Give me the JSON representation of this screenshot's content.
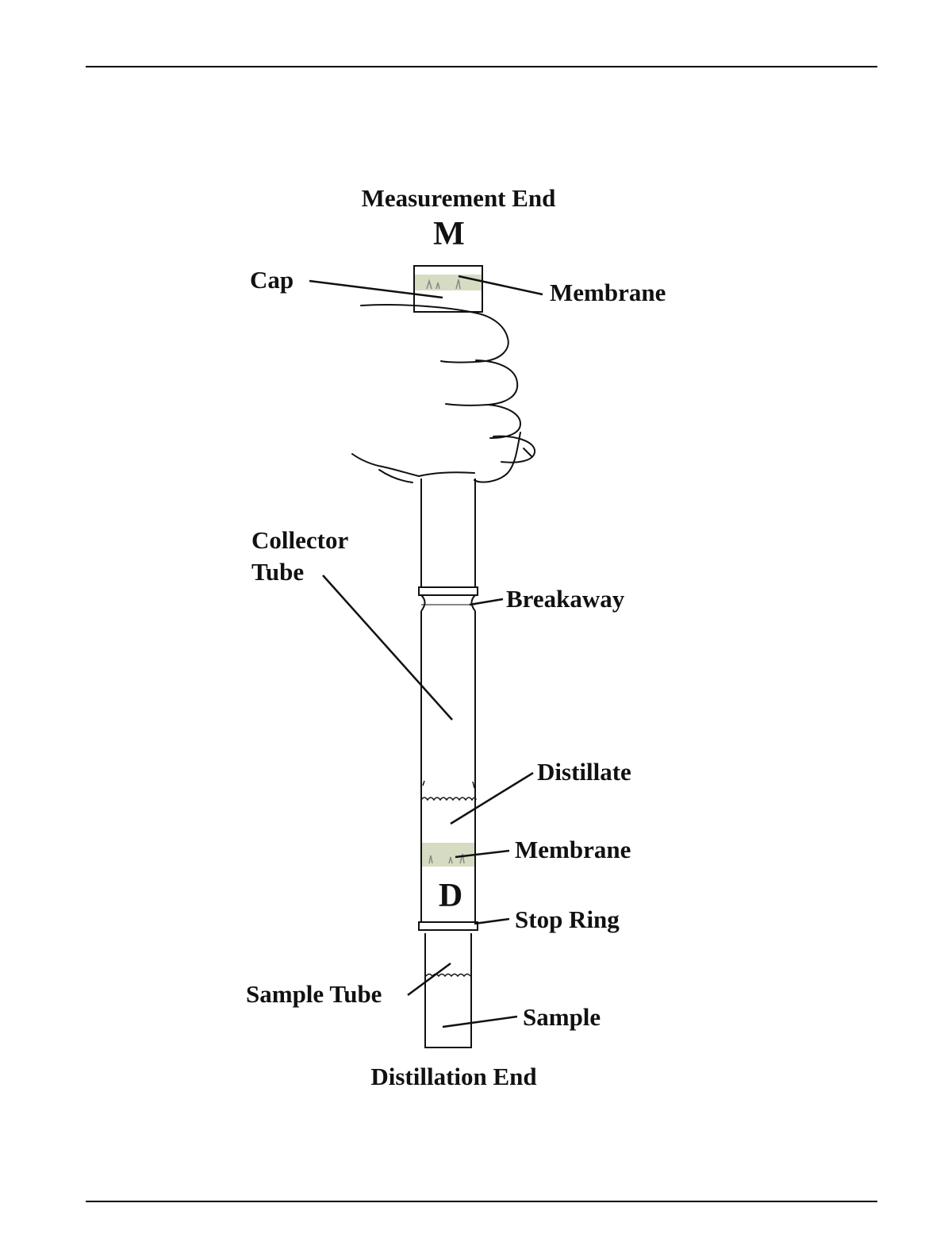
{
  "diagram": {
    "ends": {
      "measurement_title": "Measurement End",
      "measurement_letter": "M",
      "distillation_title": "Distillation End",
      "distillation_letter": "D"
    },
    "labels": {
      "cap": "Cap",
      "membrane_top": "Membrane",
      "collector_line1": "Collector",
      "collector_line2": "Tube",
      "breakaway": "Breakaway",
      "distillate": "Distillate",
      "membrane_bottom": "Membrane",
      "stop_ring": "Stop Ring",
      "sample_tube": "Sample Tube",
      "sample": "Sample"
    },
    "colors": {
      "membrane_fill": "#d5dcc2",
      "line": "#111111"
    }
  }
}
